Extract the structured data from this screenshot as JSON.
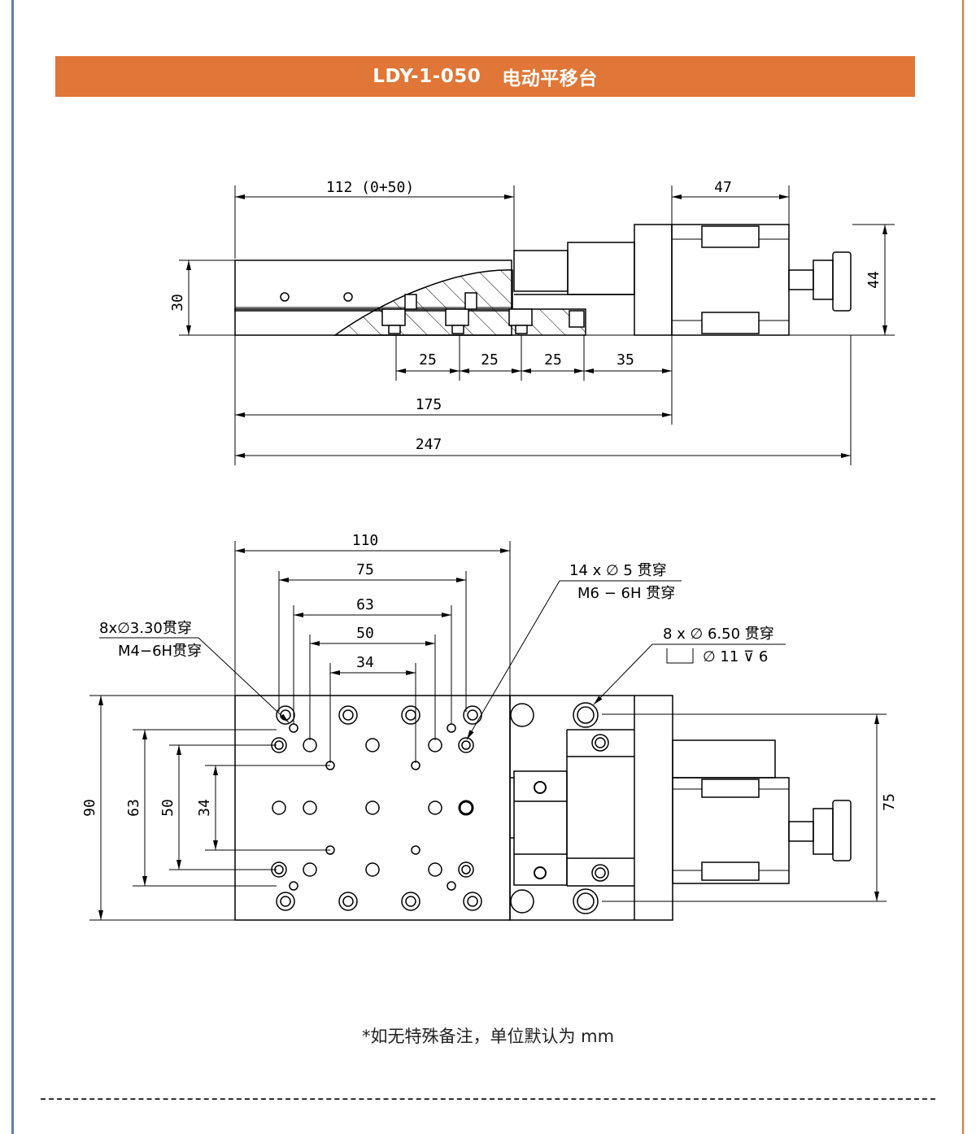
{
  "header": {
    "model": "LDY-1-050",
    "name": "电动平移台"
  },
  "side_view": {
    "dims": {
      "stroke": "112 (0+50)",
      "motor_len": "47",
      "height": "30",
      "motor_h": "44",
      "p1": "25",
      "p2": "25",
      "p3": "25",
      "p4": "35",
      "base_len": "175",
      "total_len": "247"
    }
  },
  "top_view": {
    "dims": {
      "w110": "110",
      "w75": "75",
      "w63": "63",
      "w50": "50",
      "w34": "34",
      "h90": "90",
      "h63": "63",
      "h50": "50",
      "h34": "34",
      "h75": "75"
    },
    "callouts": {
      "left_hole": "8x∅3.30贯穿",
      "left_thread": "M4−6H贯穿",
      "right_hole": "14 x ∅ 5 贯穿",
      "right_thread": "M6 − 6H 贯穿",
      "cb_hole": "8 x ∅ 6.50 贯穿",
      "cb_spec": "∅ 11 ⊽ 6"
    }
  },
  "footer": {
    "note": "*如无特殊备注，单位默认为 mm"
  },
  "colors": {
    "accent": "#e07637",
    "left_edge": "#5b80b5"
  }
}
